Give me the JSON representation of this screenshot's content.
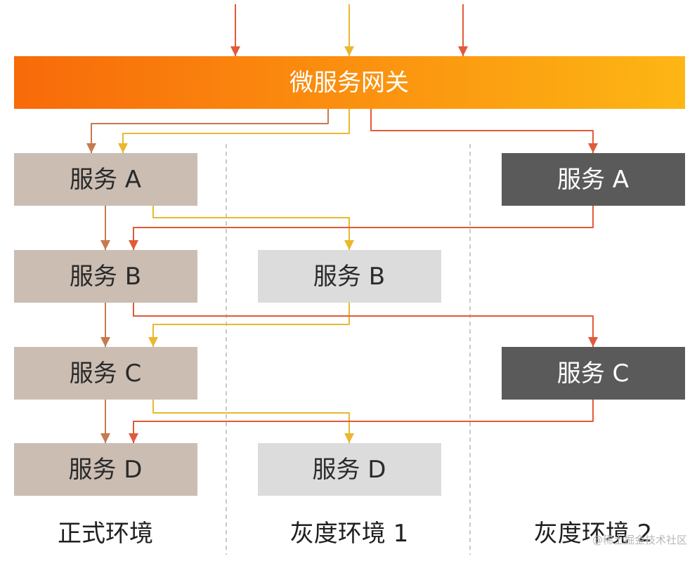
{
  "colors": {
    "gateway_start": "#f86a0a",
    "gateway_end": "#fdb614",
    "prod_box": "#cbbdb2",
    "gray1_box": "#dcdcdc",
    "gray2_box": "#5a5a5a",
    "text_dark": "#2a2a2a",
    "text_light": "#ffffff",
    "arrow_red": "#e15a3a",
    "arrow_yellow": "#e9b82f",
    "arrow_brown": "#c67a4e",
    "divider": "#b8b8b8"
  },
  "gateway": {
    "label": "微服务网关"
  },
  "production": {
    "label": "正式环境",
    "services": [
      "服务 A",
      "服务 B",
      "服务 C",
      "服务 D"
    ]
  },
  "gray1": {
    "label": "灰度环境 1",
    "services": [
      "服务 B",
      "服务 D"
    ]
  },
  "gray2": {
    "label": "灰度环境 2",
    "services": [
      "服务 A",
      "服务 C"
    ]
  },
  "watermark": "@稀土掘金技术社区"
}
